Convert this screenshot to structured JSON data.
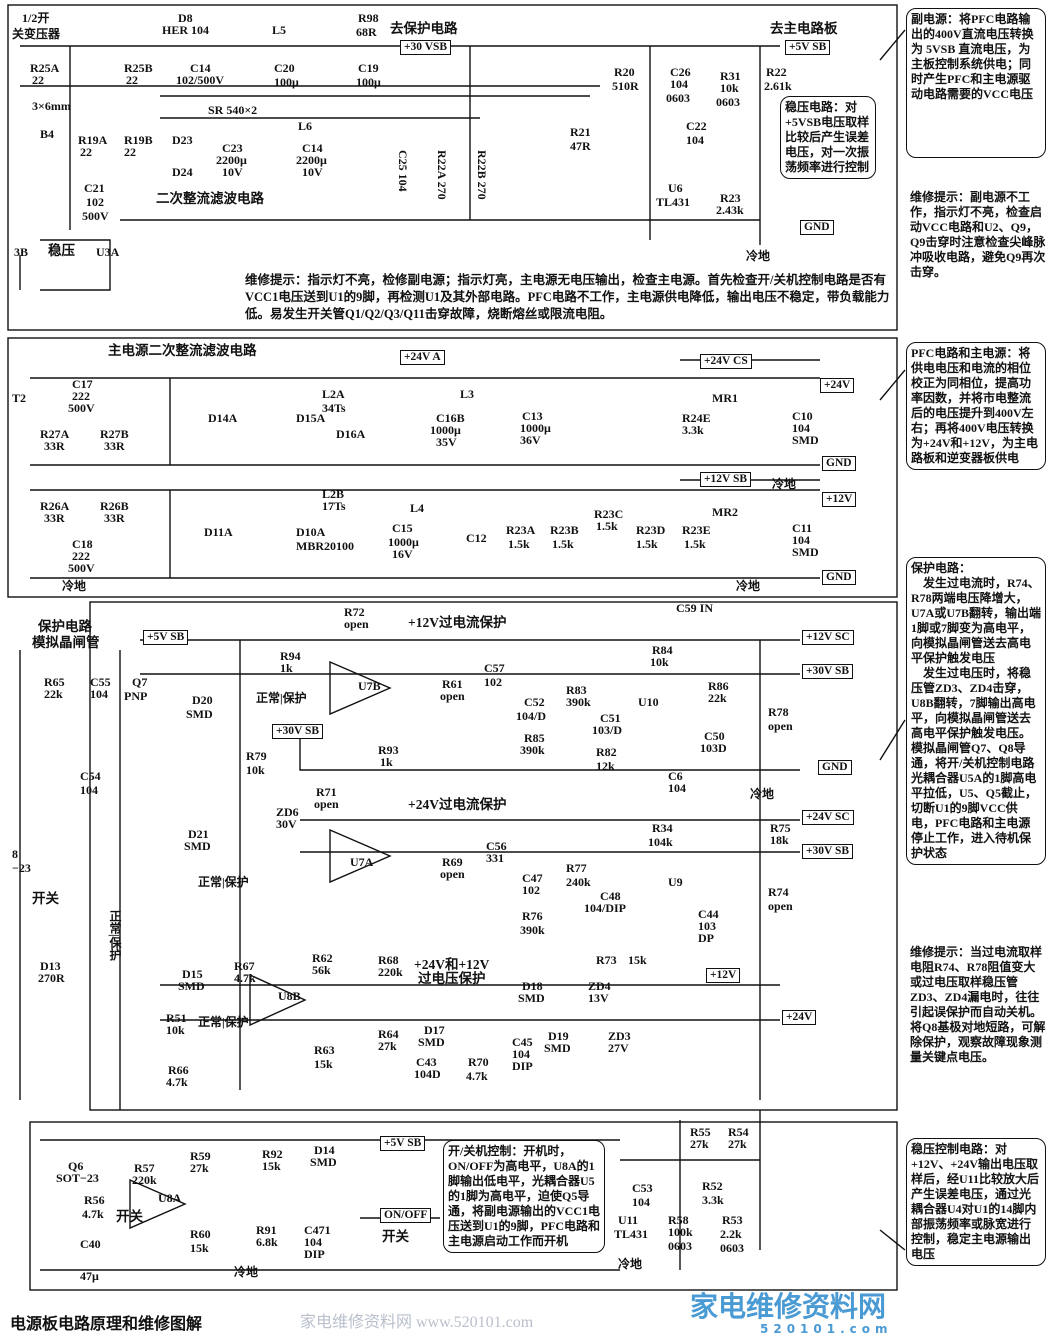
{
  "caption": "电源板电路原理和维修图解",
  "logo": {
    "name": "家电维修资料网",
    "url": "520101.com"
  },
  "watermark": "家电维修资料网 www.520101.com",
  "notes": {
    "aux_power": "副电源：将PFC电路输出的400V直流电压转换为 5VSB 直流电压，为主板控制系统供电；同时产生PFC和主电源驱动电路需要的VCC电压",
    "aux_tip": "维修提示：副电源不工作，指示灯不亮，检查启动VCC电路和U2、Q9，Q9击穿时注意检查尖峰脉冲吸收电路，避免Q9再次击穿。",
    "regulator_5v": "稳压电路：对+5VSB电压取样比较后产生误差电压，对一次振荡频率进行控制",
    "main_tip": "维修提示：指示灯不亮，检修副电源；指示灯亮，主电源无电压输出，检查主电源。首先检查开/关机控制电路是否有VCC1电压送到U1的9脚，再检测U1及其外部电路。PFC电路不工作，主电源供电降低，输出电压不稳定，带负载能力低。易发生开关管Q1/Q2/Q3/Q11击穿故障，烧断熔丝或限流电阻。",
    "pfc": "PFC电路和主电源：将供电电压和电流的相位校正为同相位，提高功率因数，并将市电整流后的电压提升到400V左右；再将400V电压转换为+24V和+12V，为主电路板和逆变器板供电",
    "protection": "保护电路：\n　发生过电流时，R74、R78两端电压降增大，U7A或U7B翻转，输出端1脚或7脚变为高电平，向模拟晶闸管送去高电平保护触发电压\n　发生过电压时，将稳压管ZD3、ZD4击穿，U8B翻转，7脚输出高电平，向模拟晶闸管送去高电平保护触发电压。模拟晶闸管Q7、Q8导通，将开/关机控制电路光耦合器U5A的1脚高电平拉低，U5、Q5截止，切断U1的9脚VCC供电，PFC电路和主电源停止工作，进入待机保护状态",
    "protection_tip": "维修提示：当过电流取样电阻R74、R78阻值变大或过电压取样稳压管ZD3、ZD4漏电时，往往引起误保护而自动关机。\n将Q8基极对地短路，可解除保护，观察故障现象测量关键点电压。",
    "regulation": "稳压控制电路：对+12V、+24V输出电压取样后，经U11比较放大后产生误差电压，通过光耦合器U4对U1的14脚内部振荡频率或脉宽进行控制，稳定主电源输出电压",
    "onoff": "开/关机控制：开机时，ON/OFF为高电平，U8A的1脚输出低电平，光耦合器U5的1脚为高电平，迫使Q5导通，将副电源输出的VCC1电压送到U1的9脚，PFC电路和主电源启动工作而开机"
  },
  "labels": [
    "1/2开",
    "关变压器",
    "D8",
    "HER 104",
    "L5",
    "R98",
    "68R",
    "去保护电路",
    "+30 VSB",
    "去主电路板",
    "+5V SB",
    "R25A",
    "22",
    "R25B",
    "22",
    "C14",
    "102/500V",
    "C20",
    "100μ",
    "C19",
    "100μ",
    "R20",
    "510R",
    "C26",
    "104",
    "0603",
    "R31",
    "10k",
    "0603",
    "R22",
    "2.61k",
    "3×6mm",
    "SR  540×2",
    "L6",
    "B4",
    "R19A",
    "22",
    "R19B",
    "22",
    "D23",
    "C23",
    "2200μ",
    "10V",
    "C14",
    "2200μ",
    "10V",
    "C25  104",
    "R22A  270",
    "R22B  270",
    "R21",
    "47R",
    "C22",
    "104",
    "D24",
    "C21",
    "102",
    "500V",
    "二次整流滤波电路",
    "U6",
    "TL431",
    "R23",
    "2.43k",
    "GND",
    "3B",
    "稳压",
    "U3A",
    "冷地",
    "主电源二次整流滤波电路",
    "T2",
    "C17",
    "222",
    "500V",
    "+24V A",
    "L2A",
    "34Ts",
    "L3",
    "+24V CS",
    "+24V",
    "MR1",
    "R27A",
    "33R",
    "R27B",
    "33R",
    "D14A",
    "D15A",
    "D16A",
    "C16B",
    "1000μ",
    "35V",
    "C13",
    "1000μ",
    "36V",
    "R24E",
    "3.3k",
    "C10",
    "104",
    "SMD",
    "GND",
    "冷地",
    "+12V SB",
    "+12V",
    "MR2",
    "R26A",
    "33R",
    "R26B",
    "33R",
    "L2B",
    "17Ts",
    "L4",
    "D11A",
    "D10A",
    "MBR20100",
    "C15",
    "1000μ",
    "16V",
    "C12",
    "R23A",
    "1.5k",
    "R23B",
    "1.5k",
    "R23C",
    "1.5k",
    "R23D",
    "1.5k",
    "R23E",
    "1.5k",
    "C11",
    "104",
    "SMD",
    "C18",
    "222",
    "500V",
    "GND",
    "冷地",
    "冷地",
    "保护电路",
    "模拟晶闸管",
    "+5V SB",
    "R72",
    "open",
    "+12V过电流保护",
    "C59  IN",
    "+12V SC",
    "R84",
    "10k",
    "+30V SB",
    "R94",
    "1k",
    "R65",
    "22k",
    "C55",
    "104",
    "Q7",
    "PNP",
    "D20",
    "SMD",
    "正常|保护",
    "U7B",
    "R61",
    "open",
    "C57",
    "102",
    "R83",
    "390k",
    "U10",
    "R86",
    "22k",
    "C51",
    "103/D",
    "C52",
    "104/D",
    "R85",
    "390k",
    "C50",
    "103D",
    "R78",
    "open",
    "+30V SB",
    "R93",
    "1k",
    "C54",
    "104",
    "R79",
    "10k",
    "R82",
    "12k",
    "GND",
    "C6",
    "104",
    "冷地",
    "R71",
    "open",
    "+24V过电流保护",
    "ZD6",
    "30V",
    "+24V SC",
    "R34",
    "104k",
    "R75",
    "18k",
    "+30V SB",
    "D21",
    "SMD",
    "U7A",
    "R69",
    "open",
    "C56",
    "331",
    "R77",
    "240k",
    "U9",
    "C47",
    "102",
    "C48",
    "104/DIP",
    "R74",
    "open",
    "正常|保护",
    "R76",
    "390k",
    "C44",
    "103",
    "DP",
    "8",
    "−23",
    "开关",
    "R73",
    "15k",
    "+24V和+12V",
    "过电压保护",
    "+12V",
    "R67",
    "4.7k",
    "R62",
    "56k",
    "R68",
    "220k",
    "D13",
    "270R",
    "D15",
    "SMD",
    "U8B",
    "D18",
    "SMD",
    "ZD4",
    "13V",
    "+24V",
    "R51",
    "10k",
    "正常|保护",
    "R64",
    "27k",
    "D17",
    "SMD",
    "D19",
    "SMD",
    "ZD3",
    "27V",
    "C45",
    "104",
    "DIP",
    "C43",
    "104D",
    "R63",
    "15k",
    "R70",
    "4.7k",
    "R66",
    "4.7k",
    "正常|保护",
    "+5V SB",
    "R59",
    "27k",
    "R92",
    "15k",
    "D14",
    "SMD",
    "Q6",
    "SOT−23",
    "R57",
    "220k",
    "U8A",
    "C53",
    "104",
    "R52",
    "3.3k",
    "R55",
    "27k",
    "R54",
    "27k",
    "R56",
    "4.7k",
    "开关",
    "R60",
    "15k",
    "R91",
    "6.8k",
    "C471",
    "104",
    "DIP",
    "ON/OFF",
    "开关",
    "U11",
    "TL431",
    "R58",
    "100k",
    "0603",
    "R53",
    "2.2k",
    "0603",
    "C40",
    "47μ",
    "冷地",
    "冷地"
  ]
}
